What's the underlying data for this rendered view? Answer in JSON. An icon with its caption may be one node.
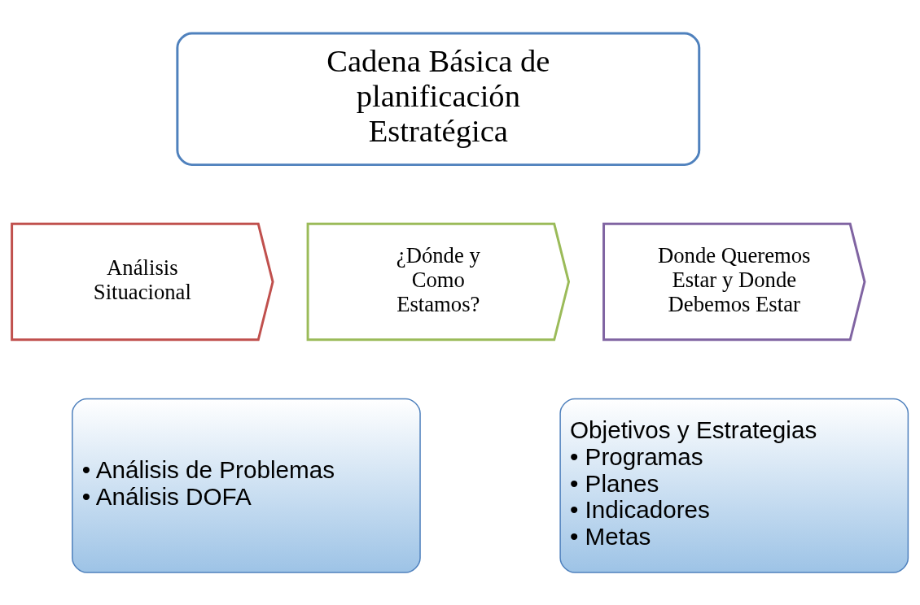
{
  "diagram": {
    "nodes": [
      {
        "text": [
          "Cadena Básica de planificación Estratégica"
        ]
      },
      {
        "text": [
          "Análisis Situacional"
        ]
      },
      {
        "text": [
          "¿Dónde y Como Estamos?"
        ]
      },
      {
        "text": [
          "Donde Queremos Estar y Donde Debemos Estar"
        ]
      },
      {
        "text": [
          "• Análisis de Problemas",
          "• Análisis DOFA"
        ]
      },
      {
        "text": [
          "Objetivos y Estrategias",
          "• Programas",
          "• Planes",
          "• Indicadores",
          "• Metas"
        ]
      }
    ]
  }
}
